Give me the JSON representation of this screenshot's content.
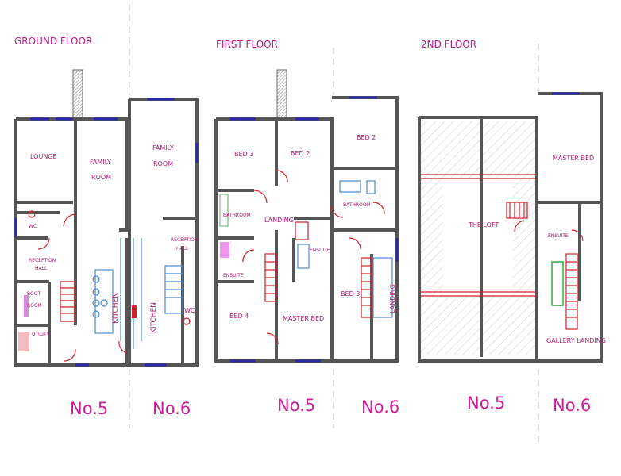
{
  "floors": {
    "ground": "GROUND FLOOR",
    "first": "FIRST FLOOR",
    "second": "2ND FLOOR"
  },
  "house_numbers": {
    "ground_5": "No.5",
    "ground_6": "No.6",
    "first_5": "No.5",
    "first_6": "No.6",
    "second_5": "No.5",
    "second_6": "No.6"
  },
  "rooms": {
    "lounge": "LOUNGE",
    "family_room_5a": "FAMILY",
    "family_room_5b": "ROOM",
    "family_room_6a": "FAMILY",
    "family_room_6b": "ROOM",
    "wc_5": "WC",
    "reception_5a": "RECEPTION",
    "reception_5b": "HALL",
    "boot_a": "BOOT",
    "boot_b": "ROOM",
    "utility": "UTILITY",
    "kitchen_5": "KITCHEN",
    "kitchen_6": "KITCHEN",
    "reception_6a": "RECEPTION",
    "reception_6b": "HALL",
    "wc_6": "WC",
    "bed3_5": "BED 3",
    "bed2_5": "BED 2",
    "bathroom_5": "BATHROOM",
    "landing_5": "LANDING",
    "ensuite_5a": "ENSUITE",
    "ensuite_5b": "ENSUITE",
    "bed4_5": "BED 4",
    "master_5": "MASTER BED",
    "bed2_6": "BED 2",
    "bathroom_6": "BATHROOM",
    "bed3_6": "BED 3",
    "landing_6": "LANDING",
    "loft": "THE LOFT",
    "master_6": "MASTER BED",
    "ensuite_6": "ENSUITE",
    "gallery": "GALLERY LANDING"
  }
}
